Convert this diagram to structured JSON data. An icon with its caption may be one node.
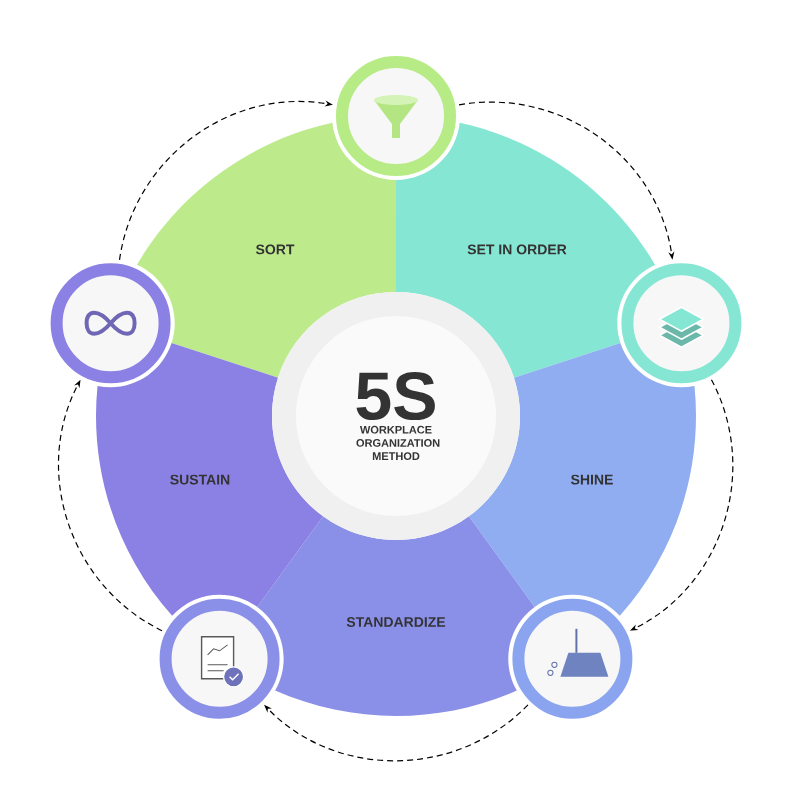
{
  "diagram": {
    "nodes": [
      {
        "text": [
          "5S",
          "WORKPLACE ORGANIZATION METHOD"
        ]
      },
      {
        "text": [
          "SORT"
        ]
      },
      {
        "text": [
          "SET IN ORDER"
        ]
      },
      {
        "text": [
          "SHINE"
        ]
      },
      {
        "text": [
          "STANDARDIZE"
        ]
      },
      {
        "text": [
          "SUSTAIN"
        ]
      },
      {
        "text": [],
        "shape": "circle"
      },
      {
        "text": [],
        "shape": "circle"
      },
      {
        "text": [],
        "shape": "circle"
      },
      {
        "text": [],
        "shape": "circle"
      },
      {
        "text": [],
        "shape": "circle"
      }
    ],
    "edges": [
      {
        "from": 6,
        "to": 7,
        "arrow": "to",
        "style": "dashed"
      },
      {
        "from": 7,
        "to": 8,
        "arrow": "to",
        "style": "dashed"
      },
      {
        "from": 8,
        "to": 9,
        "arrow": "to",
        "style": "dashed"
      },
      {
        "from": 9,
        "to": 10,
        "arrow": "to",
        "style": "dashed"
      },
      {
        "from": 10,
        "to": 6,
        "arrow": "to",
        "style": "dashed"
      }
    ]
  }
}
